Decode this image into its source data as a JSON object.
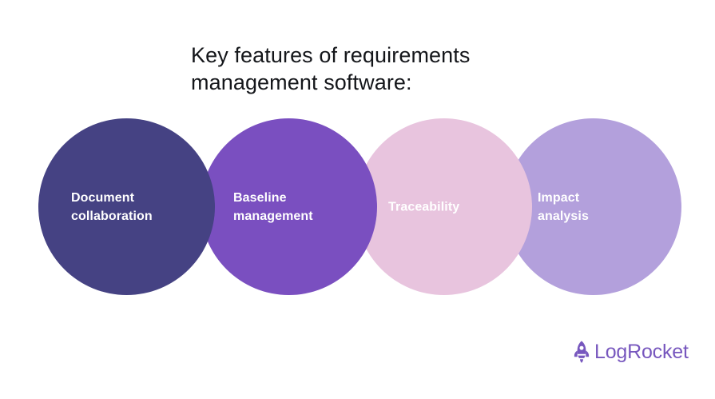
{
  "title": "Key features of requirements\nmanagement software:",
  "circles": [
    {
      "label": "Document\ncollaboration",
      "color": "#454283",
      "text_color": "#ffffff"
    },
    {
      "label": "Baseline\nmanagement",
      "color": "#7a4fc0",
      "text_color": "#ffffff"
    },
    {
      "label": "Traceability",
      "color": "#e8c4de",
      "text_color": "#ffffff"
    },
    {
      "label": "Impact\nanalysis",
      "color": "#b3a0dc",
      "text_color": "#ffffff"
    }
  ],
  "logo": {
    "wordmark": "LogRocket",
    "icon": "rocket-icon",
    "color": "#7757be"
  },
  "background": "#ffffff"
}
